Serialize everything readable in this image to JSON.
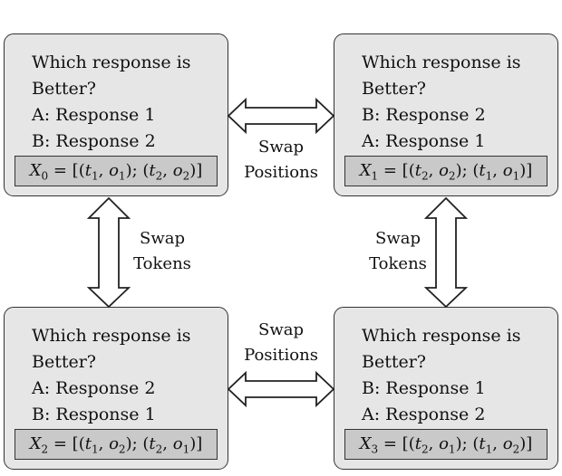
{
  "boxes": [
    {
      "id": "x0",
      "question": [
        "Which response is",
        "Better?"
      ],
      "options": [
        "A: Response 1",
        "B: Response 2"
      ],
      "formula": {
        "var": "X",
        "sub": "0",
        "pairs": [
          [
            "t",
            "1",
            "o",
            "1"
          ],
          [
            "t",
            "2",
            "o",
            "2"
          ]
        ]
      }
    },
    {
      "id": "x1",
      "question": [
        "Which response is",
        "Better?"
      ],
      "options": [
        "B: Response 2",
        "A: Response 1"
      ],
      "formula": {
        "var": "X",
        "sub": "1",
        "pairs": [
          [
            "t",
            "2",
            "o",
            "2"
          ],
          [
            "t",
            "1",
            "o",
            "1"
          ]
        ]
      }
    },
    {
      "id": "x2",
      "question": [
        "Which response is",
        "Better?"
      ],
      "options": [
        "A: Response 2",
        "B: Response 1"
      ],
      "formula": {
        "var": "X",
        "sub": "2",
        "pairs": [
          [
            "t",
            "1",
            "o",
            "2"
          ],
          [
            "t",
            "2",
            "o",
            "1"
          ]
        ]
      }
    },
    {
      "id": "x3",
      "question": [
        "Which response is",
        "Better?"
      ],
      "options": [
        "B: Response 1",
        "A: Response 2"
      ],
      "formula": {
        "var": "X",
        "sub": "3",
        "pairs": [
          [
            "t",
            "2",
            "o",
            "1"
          ],
          [
            "t",
            "1",
            "o",
            "2"
          ]
        ]
      }
    }
  ],
  "labels": {
    "swap_positions_top": [
      "Swap",
      "Positions"
    ],
    "swap_positions_bottom": [
      "Swap",
      "Positions"
    ],
    "swap_tokens_left": [
      "Swap",
      "Tokens"
    ],
    "swap_tokens_right": [
      "Swap",
      "Tokens"
    ]
  }
}
